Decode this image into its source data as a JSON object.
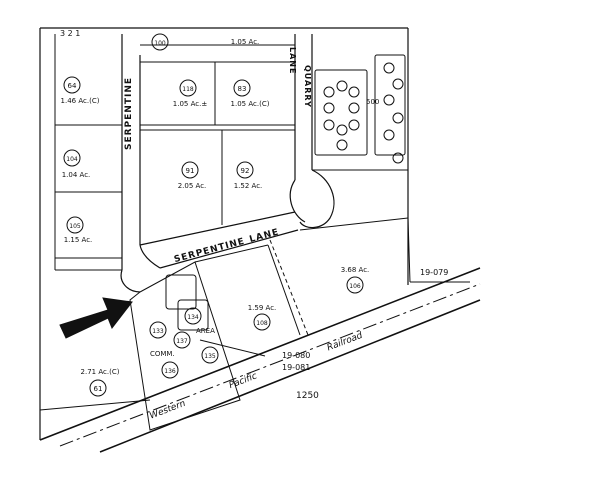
{
  "streets": {
    "serpentine_vertical": "SERPENTINE",
    "serpentine_lane_a": "SERPENTINE",
    "serpentine_lane_b": "LANE",
    "quarry": "QUARRY",
    "quarry_lane": "LANE"
  },
  "railroad": {
    "word1": "Western",
    "word2": "Pacific",
    "word3": "Railroad"
  },
  "parcels": [
    {
      "id": "p64",
      "number": "64",
      "area": "1.46 Ac.(C)"
    },
    {
      "id": "p104",
      "number": "104",
      "area": "1.04 Ac."
    },
    {
      "id": "p105",
      "number": "105",
      "area": "1.15 Ac."
    },
    {
      "id": "p100",
      "number": "100",
      "area": "1.05 Ac."
    },
    {
      "id": "p118",
      "number": "118",
      "area": "1.05 Ac.±"
    },
    {
      "id": "p83",
      "number": "83",
      "area": "1.05 Ac.(C)"
    },
    {
      "id": "p91",
      "number": "91",
      "area": "2.05 Ac."
    },
    {
      "id": "p92",
      "number": "92",
      "area": "1.52 Ac."
    },
    {
      "id": "p106",
      "number": "106",
      "area": "3.68 Ac."
    },
    {
      "id": "p108",
      "number": "108",
      "area": "1.59 Ac."
    },
    {
      "id": "p61",
      "number": "61",
      "area": "2.71 Ac.(C)"
    },
    {
      "id": "p133",
      "number": "133",
      "area": ""
    },
    {
      "id": "p134",
      "number": "134",
      "area": ""
    },
    {
      "id": "p137",
      "number": "137",
      "area": ""
    },
    {
      "id": "p136",
      "number": "136",
      "area": ""
    },
    {
      "id": "p135",
      "number": "135",
      "area": ""
    }
  ],
  "labels": {
    "common_area_1": "COMM.",
    "common_area_2": "AREA",
    "block_number": "1250",
    "tra_1": "19-080",
    "tra_2": "19-081",
    "tra_3": "19-079",
    "block_500": "500"
  },
  "top_marks": "3   2   1"
}
